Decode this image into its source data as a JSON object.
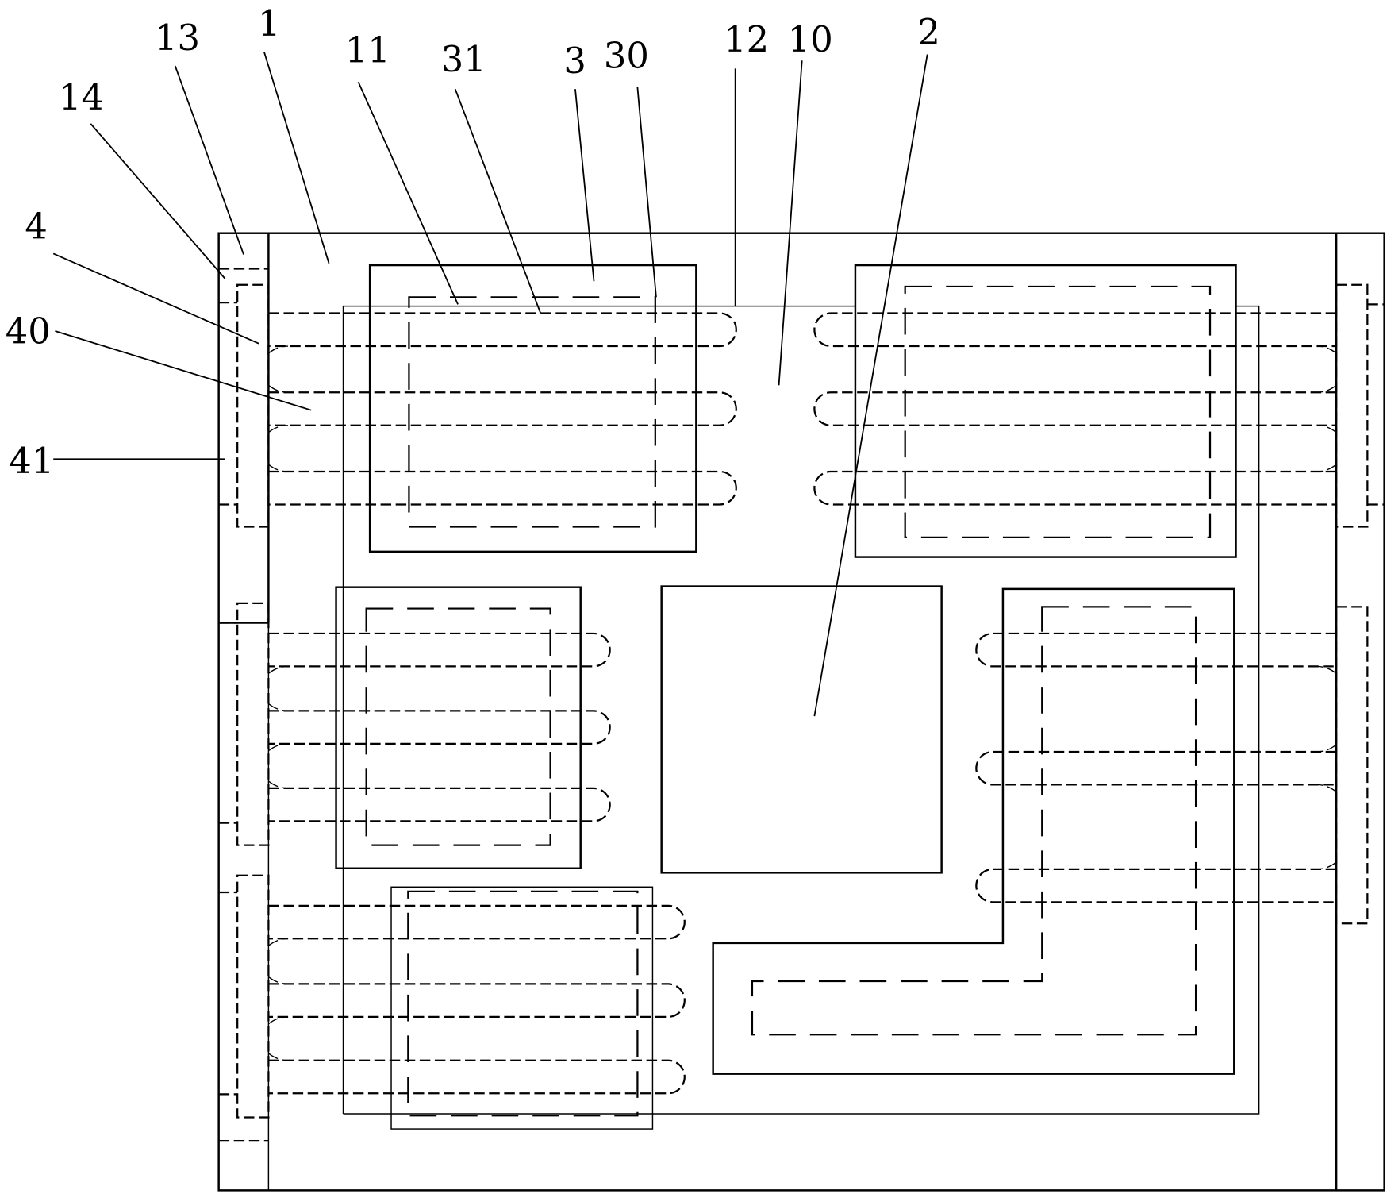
{
  "figure": {
    "type": "patent-schematic",
    "background": "#ffffff",
    "line_color": "#000000",
    "reference_labels": [
      {
        "id": "13",
        "text": "13"
      },
      {
        "id": "1",
        "text": "1"
      },
      {
        "id": "14",
        "text": "14"
      },
      {
        "id": "11",
        "text": "11"
      },
      {
        "id": "31",
        "text": "31"
      },
      {
        "id": "3",
        "text": "3"
      },
      {
        "id": "30",
        "text": "30"
      },
      {
        "id": "12",
        "text": "12"
      },
      {
        "id": "10",
        "text": "10"
      },
      {
        "id": "2",
        "text": "2"
      },
      {
        "id": "4",
        "text": "4"
      },
      {
        "id": "40",
        "text": "40"
      },
      {
        "id": "41",
        "text": "41"
      }
    ]
  }
}
